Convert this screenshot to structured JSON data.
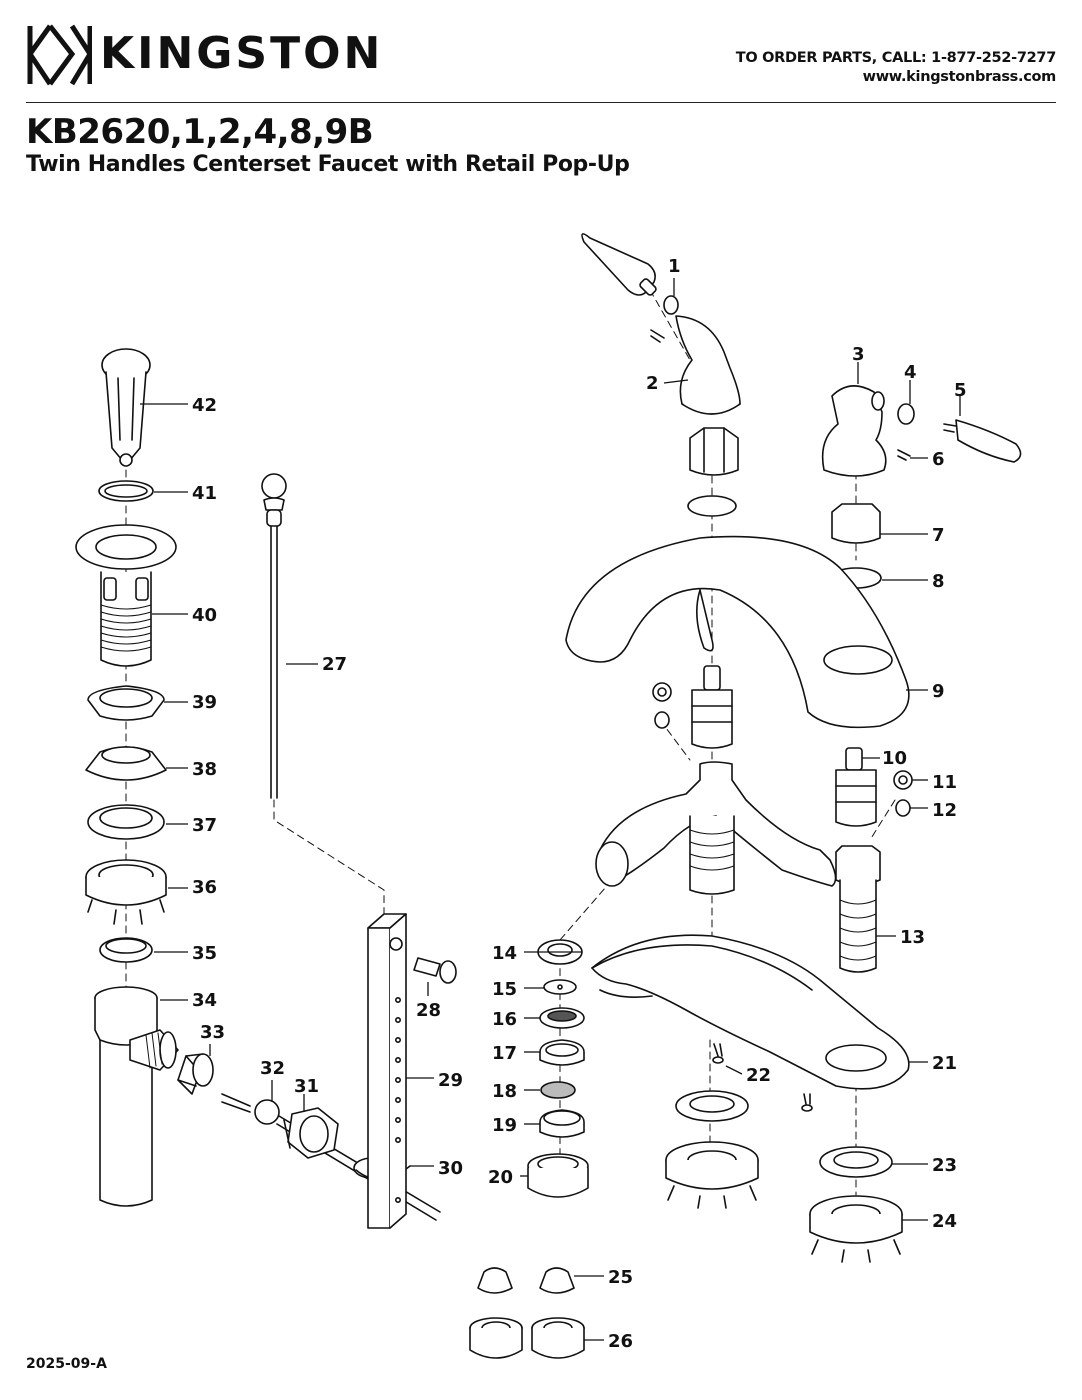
{
  "header": {
    "brand": "KINGSTON",
    "order_line": "TO ORDER PARTS, CALL: 1-877-252-7277",
    "website": "www.kingstonbrass.com",
    "model": "KB2620,1,2,4,8,9B",
    "subtitle": "Twin Handles Centerset Faucet with Retail Pop-Up"
  },
  "footer": {
    "doc_date": "2025-09-A"
  },
  "parts": [
    {
      "num": "1"
    },
    {
      "num": "2"
    },
    {
      "num": "3"
    },
    {
      "num": "4"
    },
    {
      "num": "5"
    },
    {
      "num": "6"
    },
    {
      "num": "7"
    },
    {
      "num": "8"
    },
    {
      "num": "9"
    },
    {
      "num": "10"
    },
    {
      "num": "11"
    },
    {
      "num": "12"
    },
    {
      "num": "13"
    },
    {
      "num": "14"
    },
    {
      "num": "15"
    },
    {
      "num": "16"
    },
    {
      "num": "17"
    },
    {
      "num": "18"
    },
    {
      "num": "19"
    },
    {
      "num": "20"
    },
    {
      "num": "21"
    },
    {
      "num": "22"
    },
    {
      "num": "23"
    },
    {
      "num": "24"
    },
    {
      "num": "25"
    },
    {
      "num": "26"
    },
    {
      "num": "27"
    },
    {
      "num": "28"
    },
    {
      "num": "29"
    },
    {
      "num": "30"
    },
    {
      "num": "31"
    },
    {
      "num": "32"
    },
    {
      "num": "33"
    },
    {
      "num": "34"
    },
    {
      "num": "35"
    },
    {
      "num": "36"
    },
    {
      "num": "37"
    },
    {
      "num": "38"
    },
    {
      "num": "39"
    },
    {
      "num": "40"
    },
    {
      "num": "41"
    },
    {
      "num": "42"
    }
  ]
}
